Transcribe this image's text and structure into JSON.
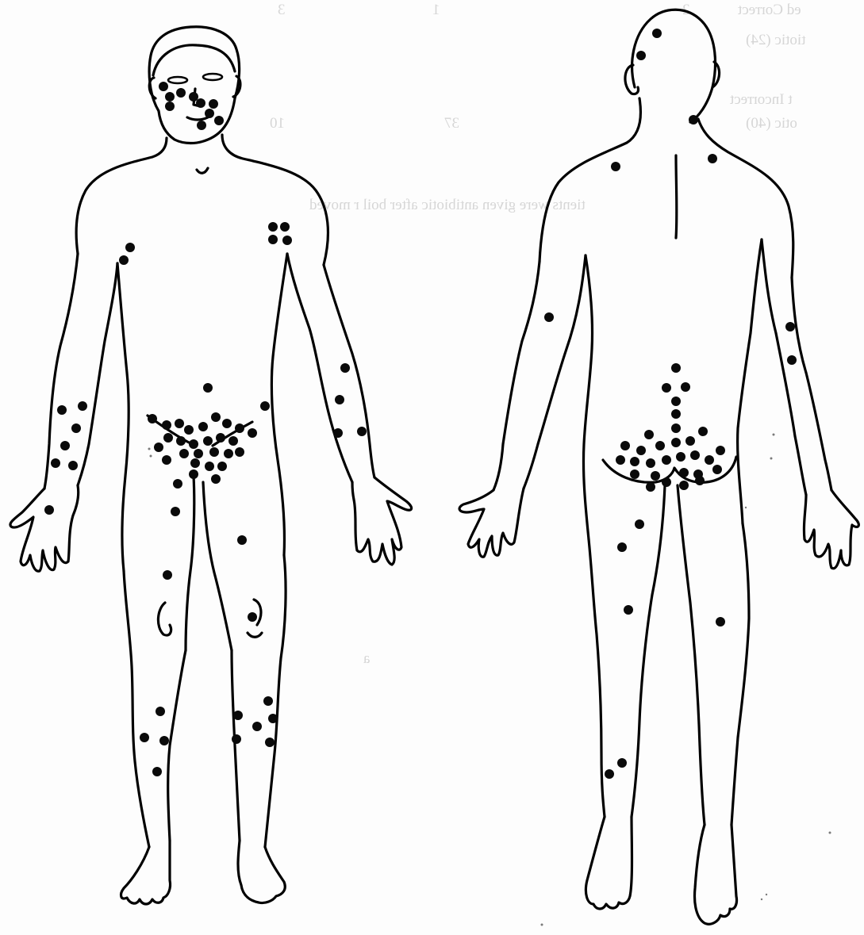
{
  "figure": {
    "description_labels": {
      "front": "anterior-view",
      "back": "posterior-view"
    },
    "background_color": "#fdfdfd",
    "line_color": "#000000",
    "lesion_color": "#0a0a0a",
    "bleed_through_color": "#d6d6d6"
  },
  "bleed_through": {
    "line1": "ed Correct",
    "line1_num_a": "2",
    "line1_num_b": "1",
    "line1_num_c": "3",
    "line2": "tiotic (24)",
    "line3": "t Incorrect",
    "line4": "otic (40)",
    "line4_num_a": "37",
    "line4_num_b": "10",
    "line5": "tients were given antibiotic after boil r moved",
    "mark": "a"
  }
}
